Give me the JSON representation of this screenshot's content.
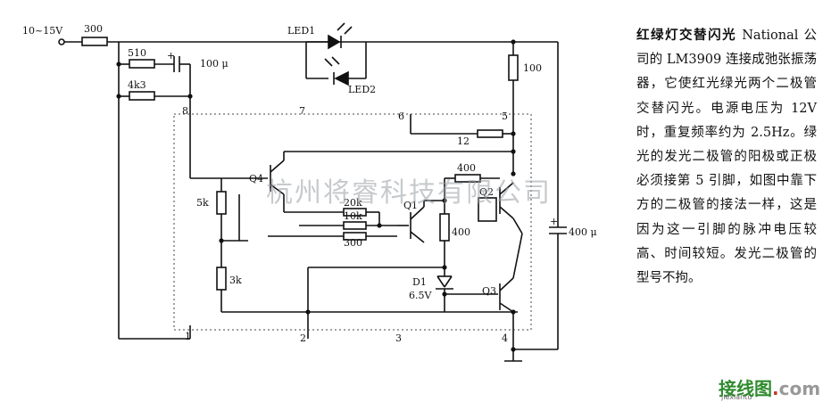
{
  "labels": {
    "supply": "10~15V",
    "r_in": "300",
    "r_510": "510",
    "c_100u_top": "100 μ",
    "r_4k3": "4k3",
    "led1": "LED1",
    "led2": "LED2",
    "r_100": "100",
    "pin8": "8",
    "pin7": "7",
    "pin6": "6",
    "pin5": "5",
    "r_12": "12",
    "r_400_top": "400",
    "q4": "Q4",
    "r_20k": "20k",
    "r_10k": "10k",
    "q1": "Q1",
    "q2": "Q2",
    "r_5k": "5k",
    "r_300_mid": "300",
    "r_400_mid": "400",
    "c_400u": "400 μ",
    "r_3k": "3k",
    "d1": "D1",
    "d1_v": "6.5V",
    "q3": "Q3",
    "pin1": "1",
    "pin2": "2",
    "pin3": "3",
    "pin4": "4"
  },
  "watermark": "杭州将睿科技有限公司",
  "caption": {
    "title": "红绿灯交替闪光",
    "body": "National 公司的 LM3909 连接成弛张振荡器，它使红光绿光两个二极管交替闪光。电源电压为 12V 时，重复频率约为 2.5Hz。绿光的发光二极管的阳极或正极必须接第 5 引脚，如图中靠下方的二极管的接法一样，这是因为这一引脚的脉冲电压较高、时间较短。发光二极管的型号不拘。"
  },
  "brand": {
    "name": "接线图",
    "dot": ".",
    "tld": "com",
    "sub": "jiexiantu"
  }
}
